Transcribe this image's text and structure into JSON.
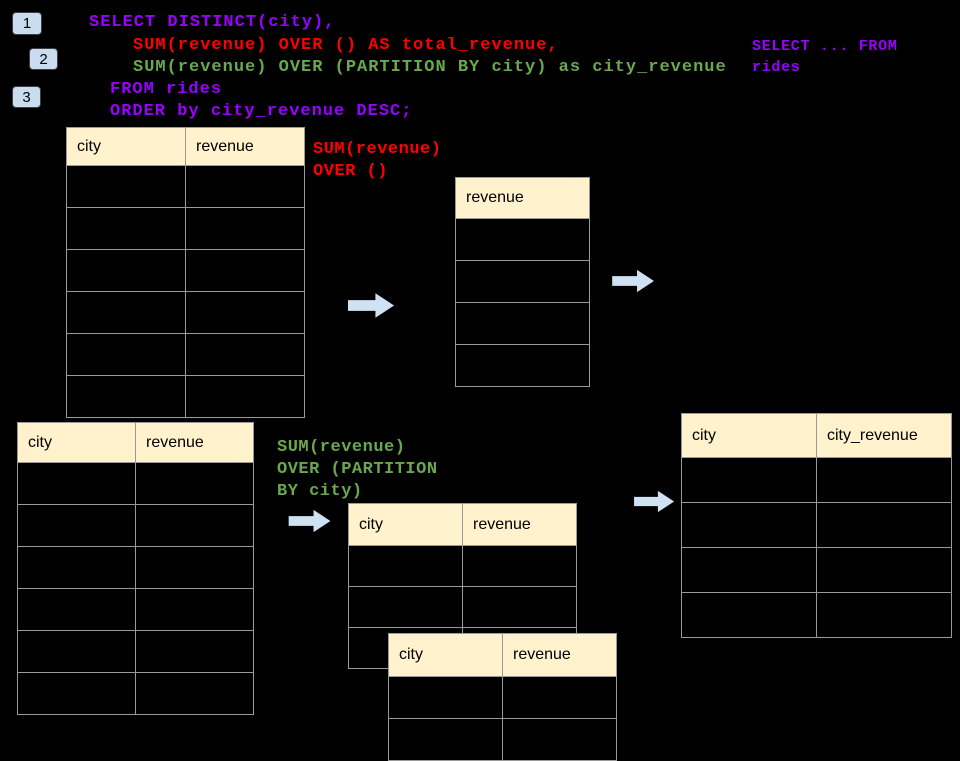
{
  "palette": {
    "background": "#000000",
    "sql_purple": "#9900ff",
    "sql_red": "#ff0000",
    "sql_green": "#6aa84f",
    "table_header_fill": "#fff2cc",
    "table_border": "#999999",
    "arrow_fill": "#cfe2f3",
    "badge_fill": "#c9dcf0"
  },
  "badges": {
    "labels": [
      "1",
      "2",
      "3"
    ]
  },
  "sql": {
    "lines": [
      {
        "text": "SELECT DISTINCT(city),",
        "color": "#9900ff"
      },
      {
        "text": "SUM(revenue) OVER () AS total_revenue,",
        "color": "#ff0000"
      },
      {
        "text": "SUM(revenue) OVER (PARTITION BY city) as city_revenue",
        "color": "#6aa84f"
      },
      {
        "text": "FROM rides",
        "color": "#9900ff"
      },
      {
        "text": "ORDER by city_revenue DESC;",
        "color": "#9900ff"
      }
    ]
  },
  "annotations": {
    "top_right": {
      "line1": "SELECT ... FROM",
      "line2": "rides",
      "color": "#9900ff"
    },
    "total": {
      "line1": "SUM(revenue)",
      "line2": "OVER ()",
      "color": "#ff0000"
    },
    "partition": {
      "line1": "SUM(revenue)",
      "line2": "OVER (PARTITION",
      "line3": "BY city)",
      "color": "#6aa84f"
    }
  },
  "tables": {
    "rides_top": {
      "headers": [
        "city",
        "revenue"
      ],
      "rows": 6
    },
    "total_revenue": {
      "headers": [
        "revenue"
      ],
      "rows": 4
    },
    "rides_bottom": {
      "headers": [
        "city",
        "revenue"
      ],
      "rows": 6
    },
    "partition_behind": {
      "headers": [
        "city",
        "revenue"
      ],
      "rows": 3
    },
    "partition_front": {
      "headers": [
        "city",
        "revenue"
      ],
      "rows": 2
    },
    "city_revenue": {
      "headers": [
        "city",
        "city_revenue"
      ],
      "rows": 4
    }
  }
}
